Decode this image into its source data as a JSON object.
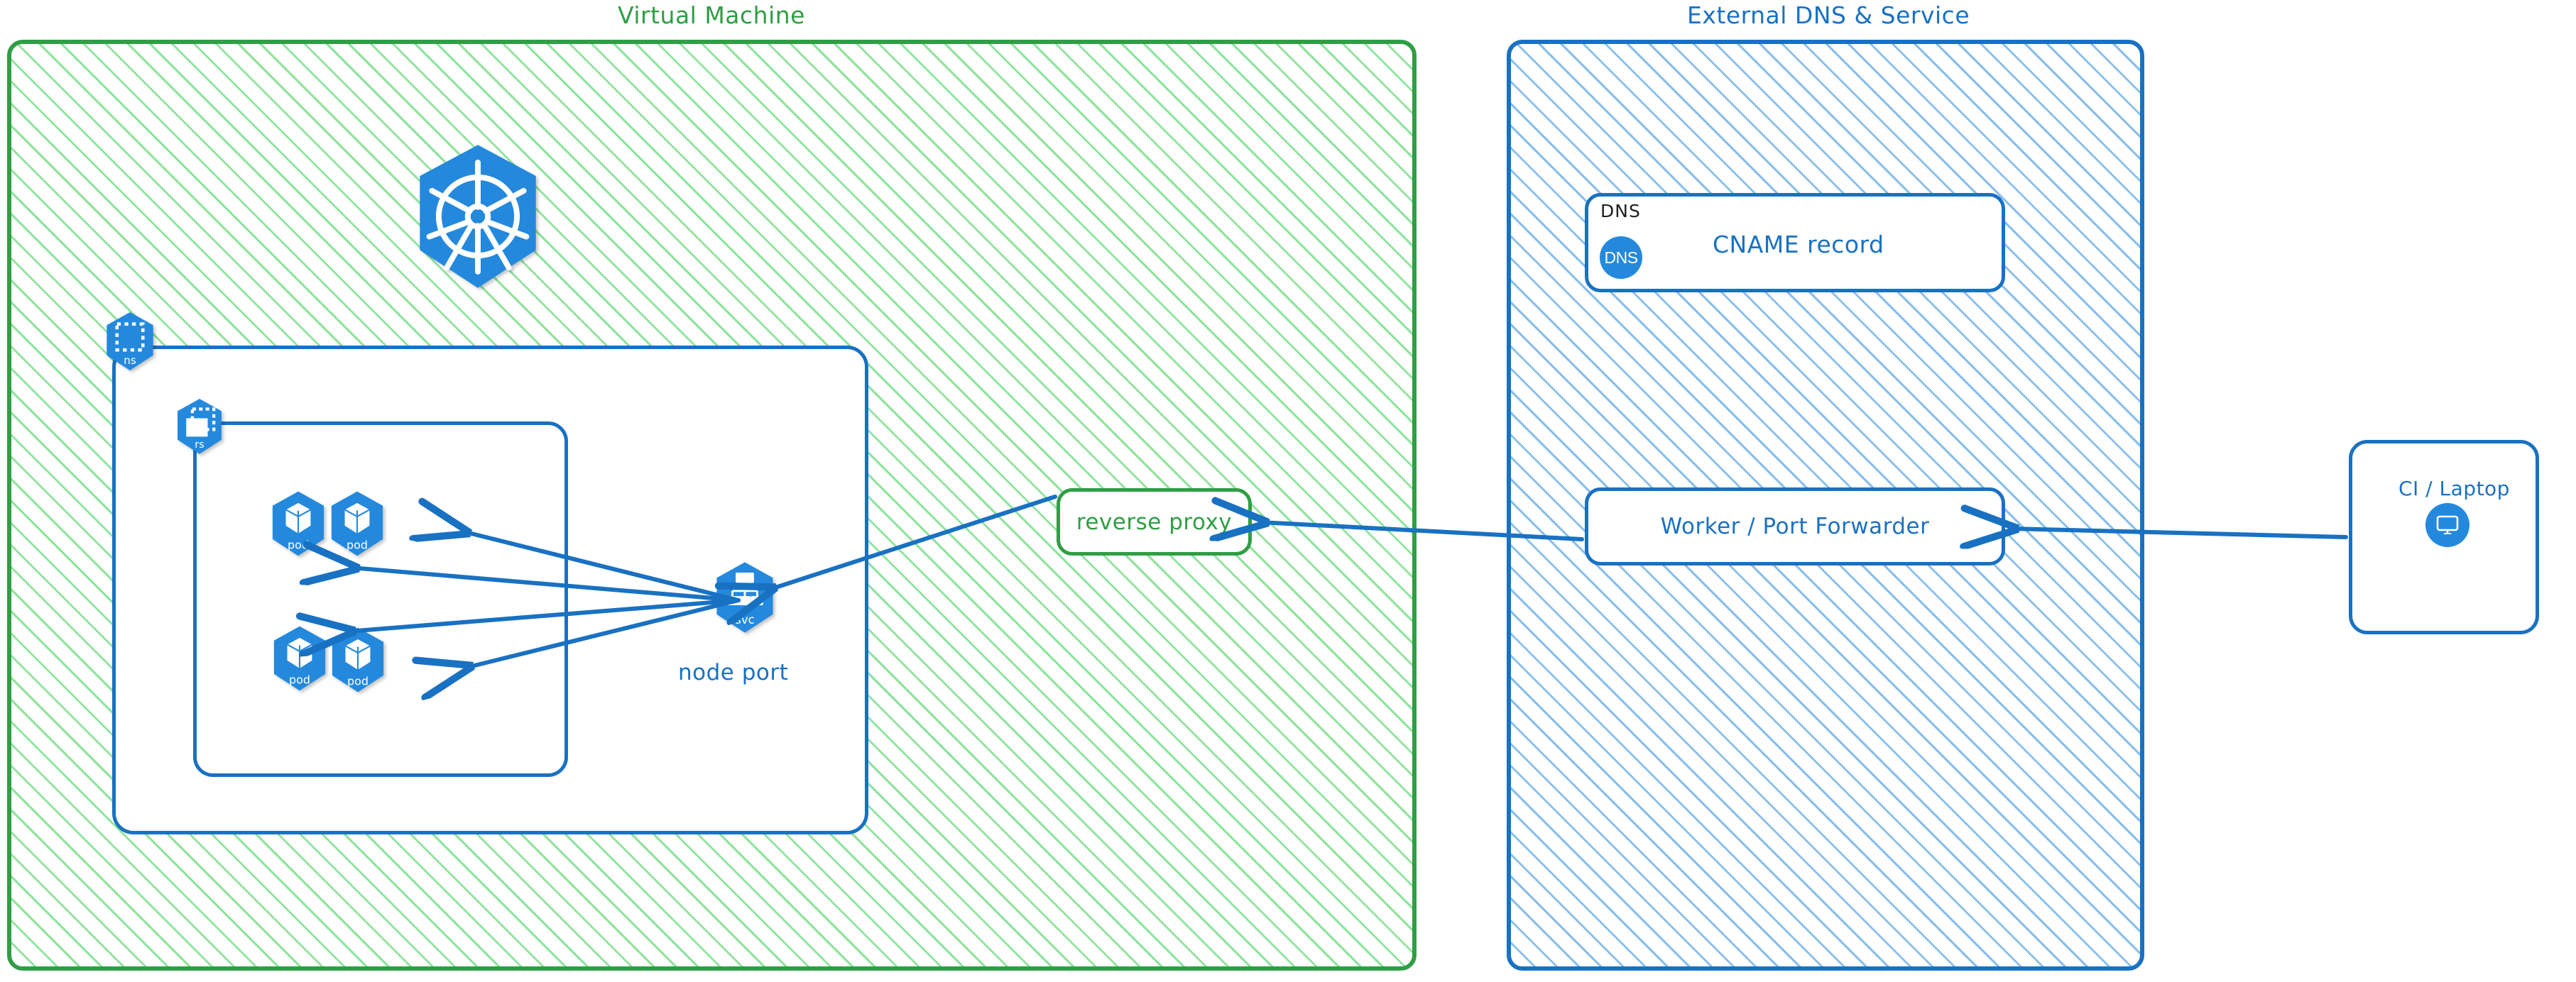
{
  "diagram": {
    "type": "architecture-diagram",
    "style": "hand-drawn-excalidraw",
    "colors": {
      "green_stroke": "#2f9e44",
      "green_hatch": "#69db7c",
      "blue_stroke": "#1971c2",
      "blue_hatch": "#74b4e9",
      "k8s_blue": "#2489dd",
      "arrow": "#1971c2",
      "black_text": "#1e1e1e"
    }
  },
  "groups": {
    "vm": {
      "title": "Virtual Machine",
      "color": "#2f9e44"
    },
    "external": {
      "title": "External DNS & Service",
      "color": "#1971c2"
    }
  },
  "vm": {
    "k8s_logo": {
      "icon": "kubernetes-wheel-icon"
    },
    "namespace": {
      "label": "ns",
      "icon": "namespace-icon"
    },
    "replicaset": {
      "label": "rs",
      "icon": "replicaset-icon"
    },
    "pods": [
      {
        "label": "pod",
        "icon": "pod-icon"
      },
      {
        "label": "pod",
        "icon": "pod-icon"
      },
      {
        "label": "pod",
        "icon": "pod-icon"
      },
      {
        "label": "pod",
        "icon": "pod-icon"
      }
    ],
    "service": {
      "label": "svc",
      "icon": "service-icon",
      "caption": "node port"
    },
    "reverse_proxy": {
      "label": "reverse proxy"
    }
  },
  "external": {
    "dns_card": {
      "tag": "DNS",
      "badge": "DNS",
      "label": "CNAME record"
    },
    "worker": {
      "label": "Worker / Port Forwarder"
    }
  },
  "client": {
    "label": "CI / Laptop",
    "icon": "desktop-monitor-icon"
  },
  "connections": [
    {
      "from": "CI / Laptop",
      "to": "Worker / Port Forwarder"
    },
    {
      "from": "Worker / Port Forwarder",
      "to": "reverse proxy"
    },
    {
      "from": "reverse proxy",
      "to": "svc"
    },
    {
      "from": "svc",
      "to": "pod"
    },
    {
      "from": "svc",
      "to": "pod"
    },
    {
      "from": "svc",
      "to": "pod"
    },
    {
      "from": "svc",
      "to": "pod"
    }
  ]
}
